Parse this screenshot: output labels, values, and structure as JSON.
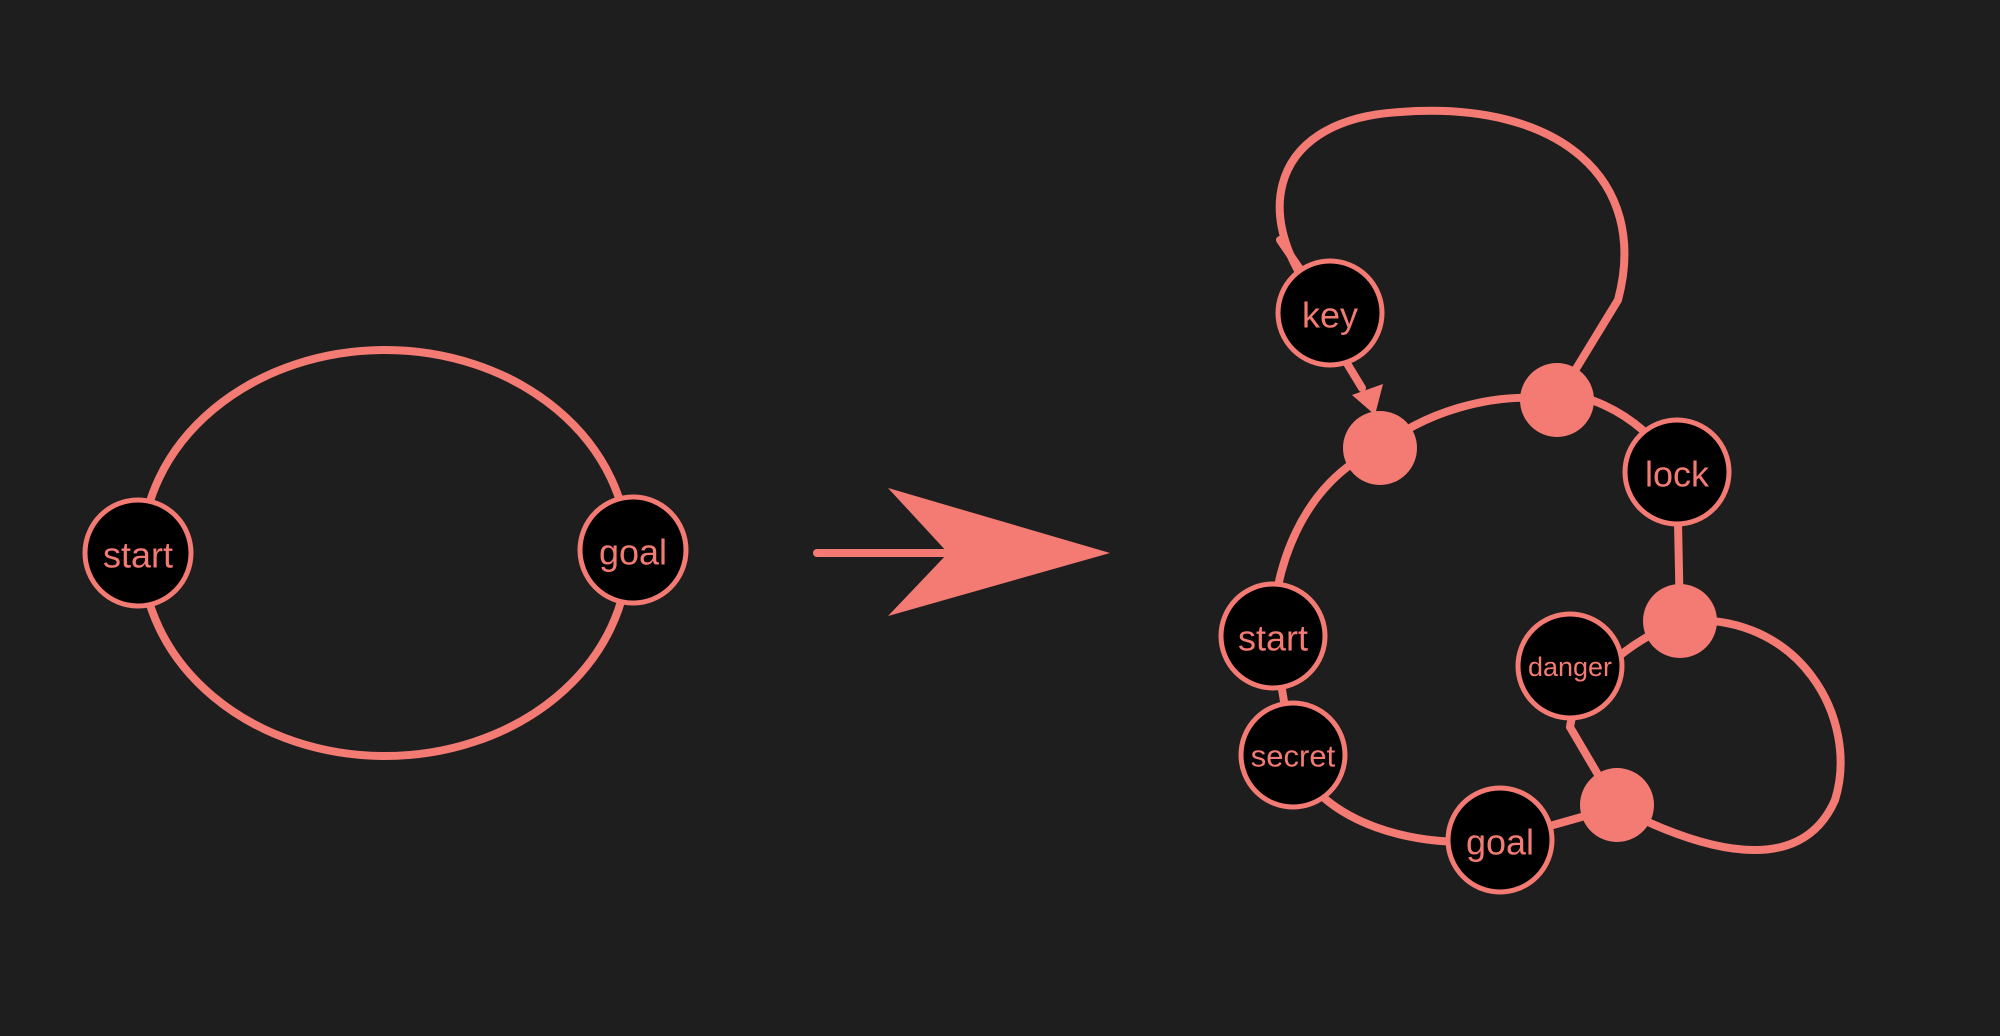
{
  "colors": {
    "background": "#1e1e1e",
    "accent": "#f47b74",
    "node_fill": "#000000"
  },
  "before_graph": {
    "nodes": {
      "start": "start",
      "goal": "goal"
    }
  },
  "after_graph": {
    "nodes": {
      "key": "key",
      "lock": "lock",
      "start": "start",
      "danger": "danger",
      "secret": "secret",
      "goal": "goal"
    }
  }
}
